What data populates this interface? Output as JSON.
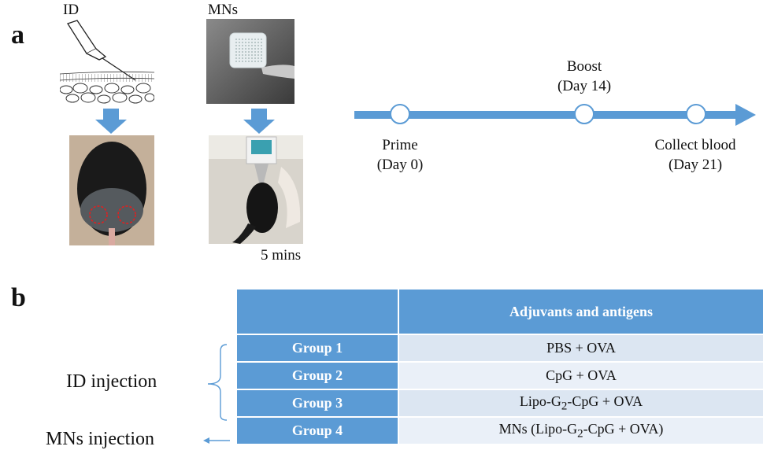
{
  "panel_a": {
    "letter": "a",
    "id_label": "ID",
    "mns_label": "MNs",
    "duration_label": "5 mins",
    "timeline": {
      "prime_name": "Prime",
      "prime_day": "(Day 0)",
      "boost_name": "Boost",
      "boost_day": "(Day 14)",
      "collect_name": "Collect blood",
      "collect_day": "(Day 21)"
    }
  },
  "panel_b": {
    "letter": "b",
    "header_right": "Adjuvants and antigens",
    "rows": [
      {
        "group": "Group 1",
        "treatment": "PBS + OVA"
      },
      {
        "group": "Group 2",
        "treatment": "CpG + OVA"
      },
      {
        "group": "Group 3",
        "treatment_pre": "Lipo-G",
        "treatment_sub": "2",
        "treatment_post": "-CpG + OVA"
      },
      {
        "group": "Group 4",
        "treatment_pre": "MNs (Lipo-G",
        "treatment_sub": "2",
        "treatment_post": "-CpG + OVA)"
      }
    ],
    "id_injection": "ID injection",
    "mns_injection": "MNs injection"
  },
  "colors": {
    "accent_blue": "#5b9bd5",
    "row_light": "#dce6f2",
    "row_lighter": "#eaf0f8",
    "injection_circle": "#e02020"
  }
}
